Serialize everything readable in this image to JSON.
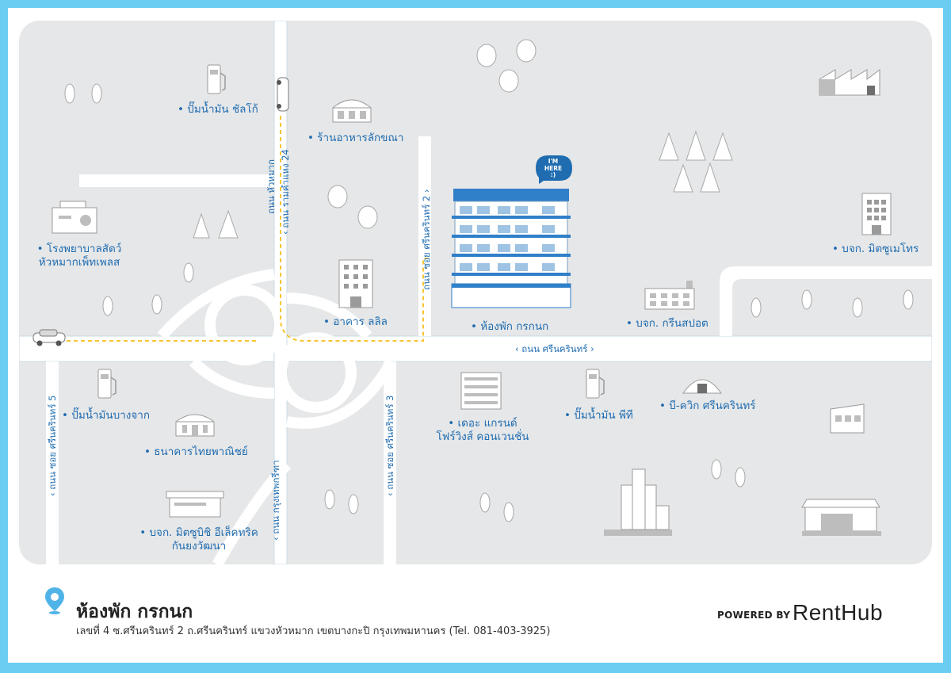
{
  "map": {
    "pin_label": "I'M\nHERE\n:)",
    "places": [
      {
        "id": "gas-shell",
        "label": "• ปั๊มน้ำมัน ชัลโก้"
      },
      {
        "id": "restaurant",
        "label": "• ร้านอาหารลักขณา"
      },
      {
        "id": "vet-hospital",
        "label": "• โรงพยาบาลสัตว์\nหัวหมากเพ็ทเพลส"
      },
      {
        "id": "lalin-building",
        "label": "•  อาคาร ลลิล"
      },
      {
        "id": "dormitory",
        "label": "• ห้องพัก กรกนก"
      },
      {
        "id": "greenspot",
        "label": "• บจก. กรีนสปอต"
      },
      {
        "id": "mitsumotors",
        "label": "• บจก. มิตซูเมโทร"
      },
      {
        "id": "gas-bangchak",
        "label": "• ปั๊มน้ำมันบางจาก"
      },
      {
        "id": "scb-bank",
        "label": "• ธนาคารไทยพาณิชย์"
      },
      {
        "id": "mitsubishi-electric",
        "label": "• บจก. มิตซูบิชิ อีเล็คทริค\nกันยงวัฒนา"
      },
      {
        "id": "grand-condo",
        "label": "• เดอะ แกรนด์\nโฟร์วิงส์ คอนเวนชั่น"
      },
      {
        "id": "gas-ptt",
        "label": "• ปั๊มน้ำมัน พีที"
      },
      {
        "id": "bquik",
        "label": "• บี-ควิก ศรีนครินทร์"
      }
    ],
    "roads": {
      "srinakarin": "‹ ถนน ศรีนครินทร์ ›",
      "huamak": "ถนน หัวหมาก",
      "ramkhamhaeng24": "‹ ถนน รามคำแหง 24",
      "soi2": "ถนน ซอย ศรีนครินทร์ 2 ›",
      "soi3": "‹ ถนน ซอย ศรีนครินทร์ 3",
      "soi5": "‹ ถนน ซอย ศรีนครินทร์ 5",
      "krungthep_kritha": "‹ ถนน กรุงเทพกรีฑา"
    }
  },
  "footer": {
    "title": "ห้องพัก กรกนก",
    "address": "เลขที่ 4 ซ.ศรีนครินทร์ 2 ถ.ศรีนครินทร์ แขวงหัวหมาก เขตบางกะปิ กรุงเทพมหานคร (Tel. 081-403-3925)",
    "powered_by": "POWERED BY",
    "brand": "RentHub"
  },
  "colors": {
    "frame": "#6acdf1",
    "map_bg": "#e6e7e8",
    "road": "#ffffff",
    "accent": "#1f6cb0",
    "route": "#f5c533"
  }
}
